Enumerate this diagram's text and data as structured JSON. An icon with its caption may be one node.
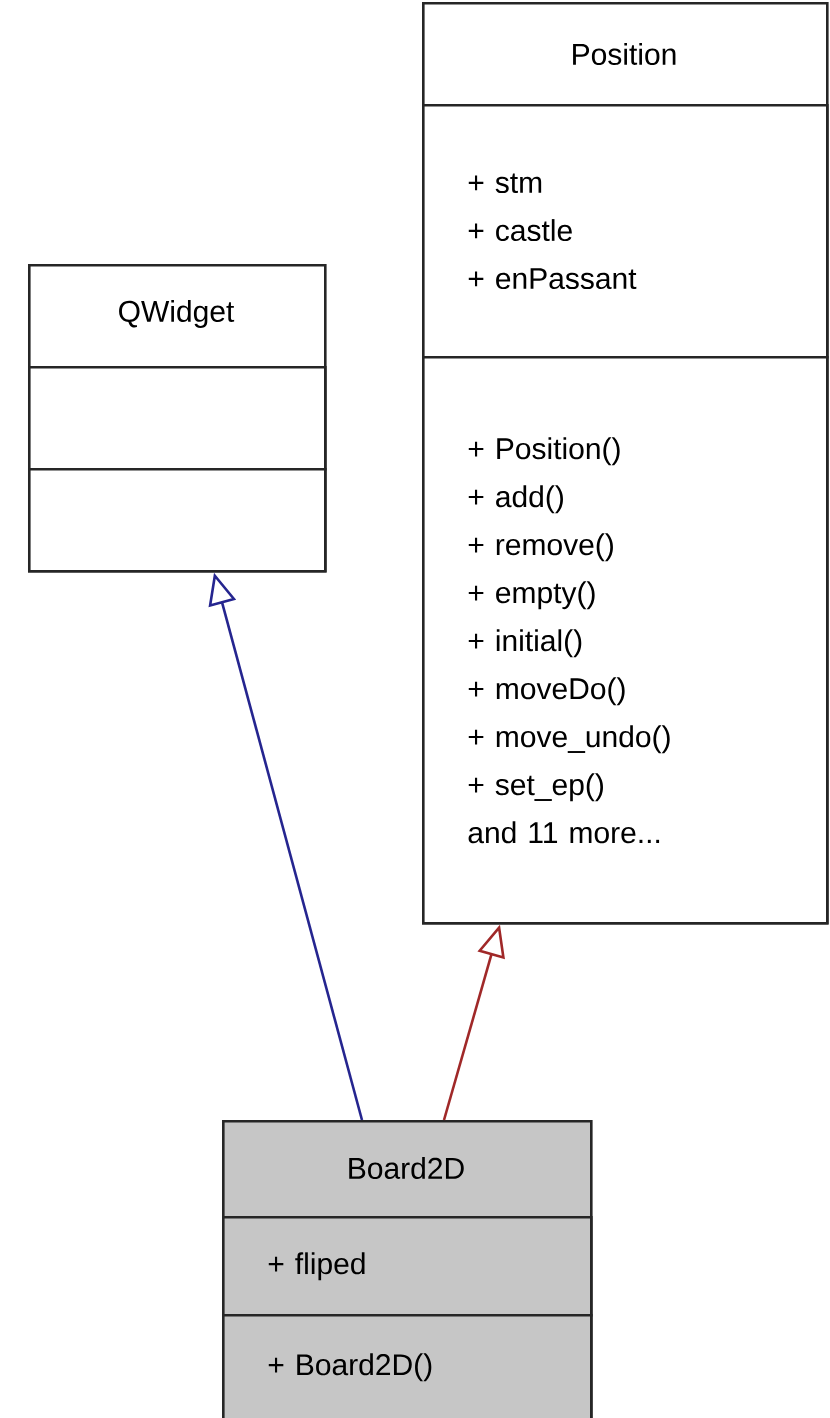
{
  "diagram": {
    "nodes": [
      {
        "text": [
          "QWidget"
        ]
      },
      {
        "text": [],
        "shape": "box",
        "in": 0
      },
      {
        "text": [],
        "shape": "box",
        "in": 0
      },
      {
        "text": [
          "Position"
        ]
      },
      {
        "text": [
          "+ stm",
          "+ castle",
          "+ enPassant"
        ],
        "in": 3
      },
      {
        "text": [
          "+ Position()",
          "+ add()",
          "+ remove()",
          "+ empty()",
          "+ initial()",
          "+ moveDo()",
          "+ move_undo()",
          "+ set_ep()",
          "and 11 more..."
        ],
        "in": 3
      },
      {
        "text": [
          "Board2D"
        ]
      },
      {
        "text": [
          "+ fliped"
        ],
        "in": 6
      },
      {
        "text": [
          "+ Board2D()"
        ],
        "in": 6
      }
    ],
    "edges": [
      {
        "from": 6,
        "to": 0,
        "arrow": "to",
        "color": "#25258f"
      },
      {
        "from": 6,
        "to": 3,
        "arrow": "to",
        "color": "#a02828"
      }
    ]
  }
}
